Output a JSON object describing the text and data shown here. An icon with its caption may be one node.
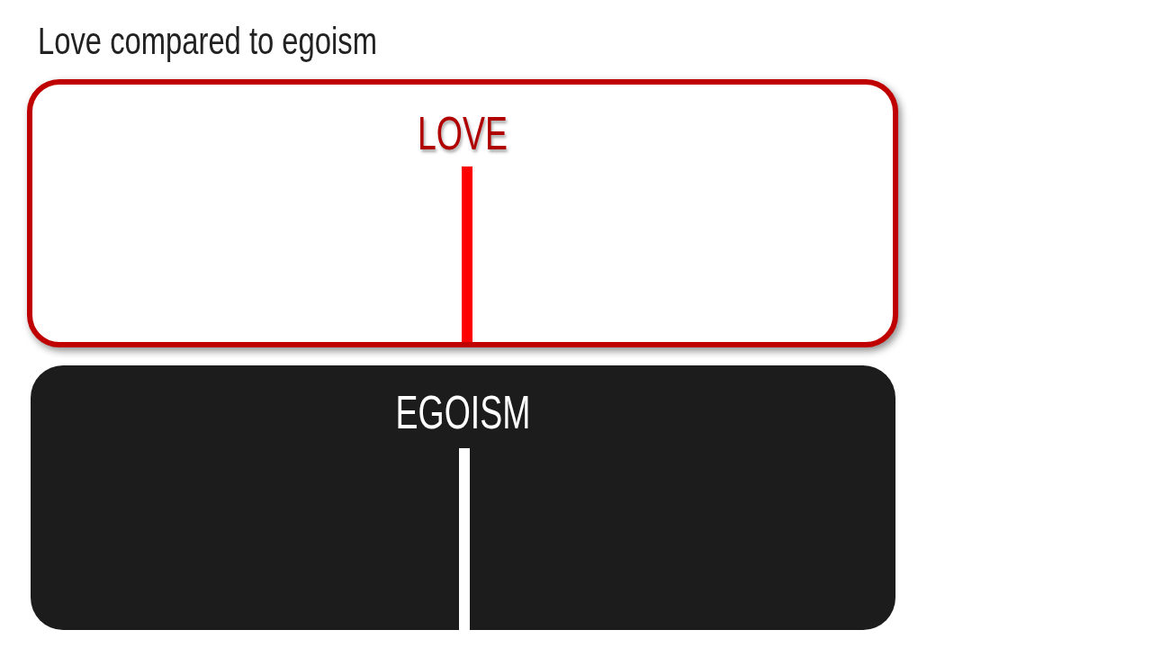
{
  "diagram": {
    "title": "Love compared to egoism",
    "nodes": [
      {
        "text": [
          "LOVE"
        ]
      },
      {
        "text": [
          "EGOISM"
        ]
      }
    ]
  }
}
